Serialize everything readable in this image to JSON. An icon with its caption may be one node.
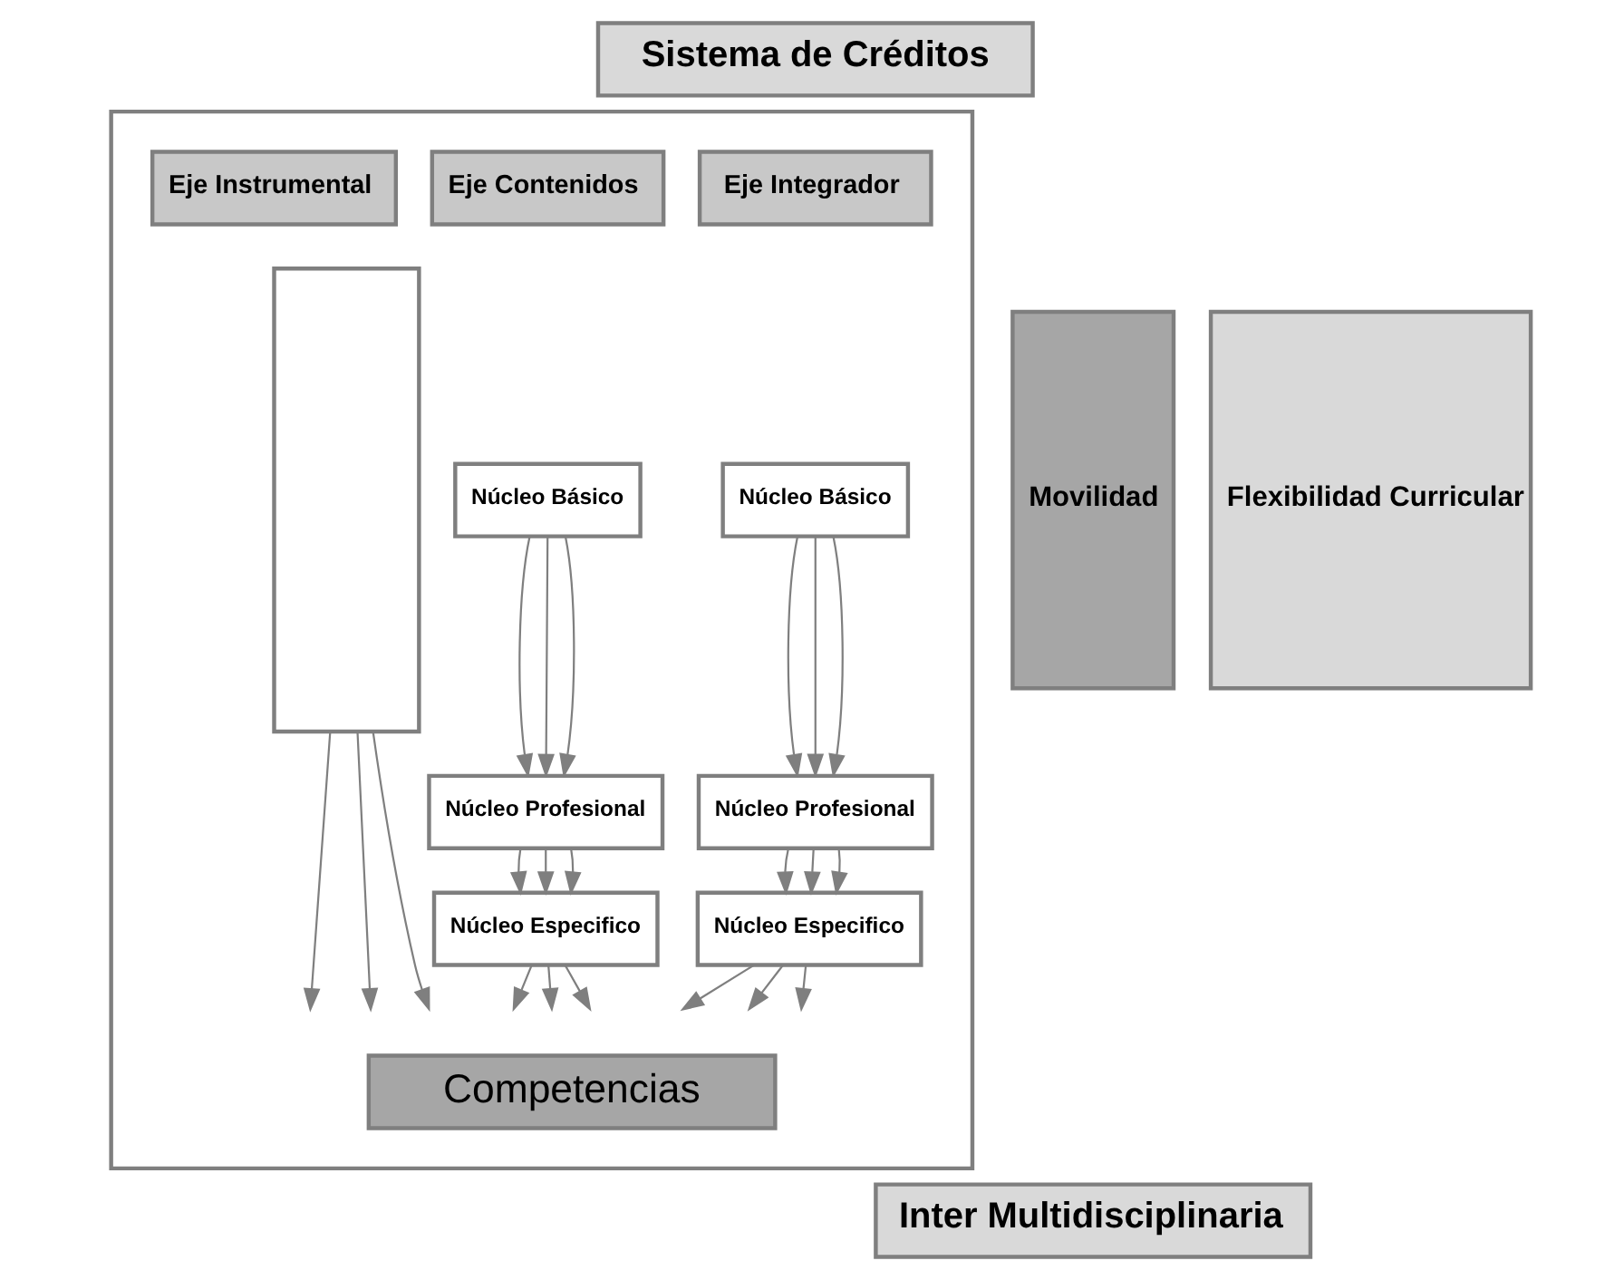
{
  "diagram": {
    "nodes": [
      {
        "text": [
          "Sistema de Créditos"
        ]
      },
      {
        "text": [],
        "shape": "box"
      },
      {
        "text": [
          "Eje Instrumental"
        ],
        "in": 1
      },
      {
        "text": [
          "Eje Contenidos"
        ],
        "in": 1
      },
      {
        "text": [
          "Eje Integrador"
        ],
        "in": 1
      },
      {
        "text": [],
        "shape": "box",
        "in": 1
      },
      {
        "text": [
          "Núcleo Básico"
        ],
        "in": 1
      },
      {
        "text": [
          "Núcleo Profesional"
        ],
        "in": 1
      },
      {
        "text": [
          "Núcleo Especifico"
        ],
        "in": 1
      },
      {
        "text": [
          "Núcleo Básico"
        ],
        "in": 1
      },
      {
        "text": [
          "Núcleo Profesional"
        ],
        "in": 1
      },
      {
        "text": [
          "Núcleo Especifico"
        ],
        "in": 1
      },
      {
        "text": [
          "Competencias"
        ],
        "in": 1
      },
      {
        "text": [
          "Movilidad"
        ]
      },
      {
        "text": [
          "Flexibilidad Curricular"
        ]
      },
      {
        "text": [
          "Inter Multidisciplinaria"
        ]
      }
    ],
    "edges": [
      {
        "from": 5,
        "to": null,
        "arrow": "to"
      },
      {
        "from": 5,
        "to": null,
        "arrow": "to"
      },
      {
        "from": 5,
        "to": null,
        "arrow": "to"
      },
      {
        "from": 6,
        "to": 7,
        "arrow": "to"
      },
      {
        "from": 6,
        "to": 7,
        "arrow": "to"
      },
      {
        "from": 6,
        "to": 7,
        "arrow": "to"
      },
      {
        "from": 7,
        "to": 8,
        "arrow": "to"
      },
      {
        "from": 7,
        "to": 8,
        "arrow": "to"
      },
      {
        "from": 7,
        "to": 8,
        "arrow": "to"
      },
      {
        "from": 8,
        "to": null,
        "arrow": "to"
      },
      {
        "from": 8,
        "to": null,
        "arrow": "to"
      },
      {
        "from": 8,
        "to": null,
        "arrow": "to"
      },
      {
        "from": 9,
        "to": 10,
        "arrow": "to"
      },
      {
        "from": 9,
        "to": 10,
        "arrow": "to"
      },
      {
        "from": 9,
        "to": 10,
        "arrow": "to"
      },
      {
        "from": 10,
        "to": 11,
        "arrow": "to"
      },
      {
        "from": 10,
        "to": 11,
        "arrow": "to"
      },
      {
        "from": 10,
        "to": 11,
        "arrow": "to"
      },
      {
        "from": 11,
        "to": null,
        "arrow": "to"
      },
      {
        "from": 11,
        "to": null,
        "arrow": "to"
      },
      {
        "from": 11,
        "to": null,
        "arrow": "to"
      }
    ]
  }
}
